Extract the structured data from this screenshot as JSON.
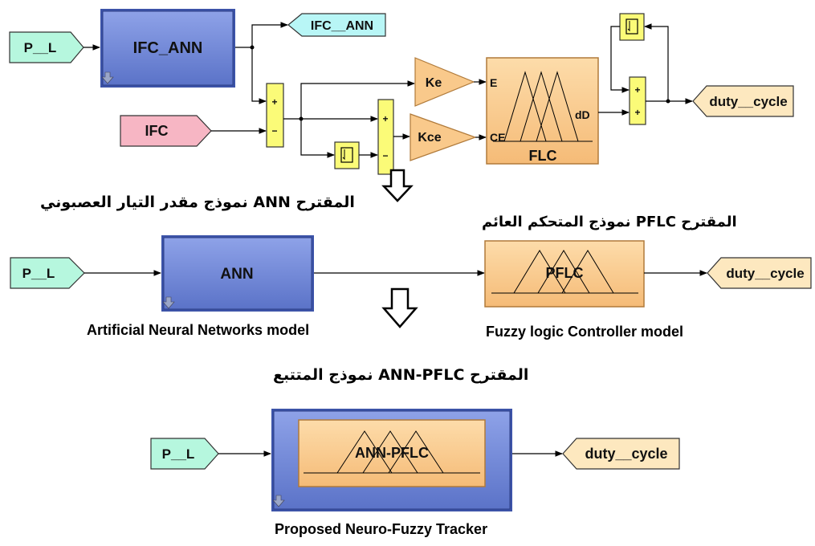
{
  "blocks": {
    "ifc_ann_block": "IFC_ANN",
    "ifc_ann_goto": "IFC__ANN",
    "ifc_source": "IFC",
    "pl_input_top": "P__L",
    "ke_gain": "Ke",
    "kce_gain": "Kce",
    "flc_label": "FLC",
    "flc_port_e": "E",
    "flc_port_ce": "CE",
    "flc_port_dd": "dD",
    "sum_plus": "+",
    "sum_minus": "−",
    "duty_top": "duty__cycle",
    "pl_input_mid": "P__L",
    "ann_block": "ANN",
    "pflc_block": "PFLC",
    "duty_mid": "duty__cycle",
    "pl_input_bot": "P__L",
    "ann_pflc_block": "ANN-PFLC",
    "duty_bot": "duty__cycle"
  },
  "captions": {
    "ann_estimator_ar": "نموذج مقدر التيار العصبوني ANN المقترح",
    "pflc_controller_ar": "نموذج المتحكم العائم PFLC المقترح",
    "ann_model_en": "Artificial Neural Networks model",
    "flc_model_en": "Fuzzy logic Controller model",
    "tracker_ar": "نموذج المتتبع ANN-PFLC المقترح",
    "tracker_en": "Proposed Neuro-Fuzzy Tracker"
  },
  "colors": {
    "port_in": "#b6f7de",
    "goto_tag": "#b8f6f6",
    "ifc_source": "#f7b6c4",
    "duty_out": "#fde8bf",
    "ann_blue": "#6e86d8",
    "ann_blue_border": "#3c53a8",
    "orange": "#f9c98b",
    "orange_border": "#b07a3a",
    "sum_yellow": "#fbfb78"
  }
}
